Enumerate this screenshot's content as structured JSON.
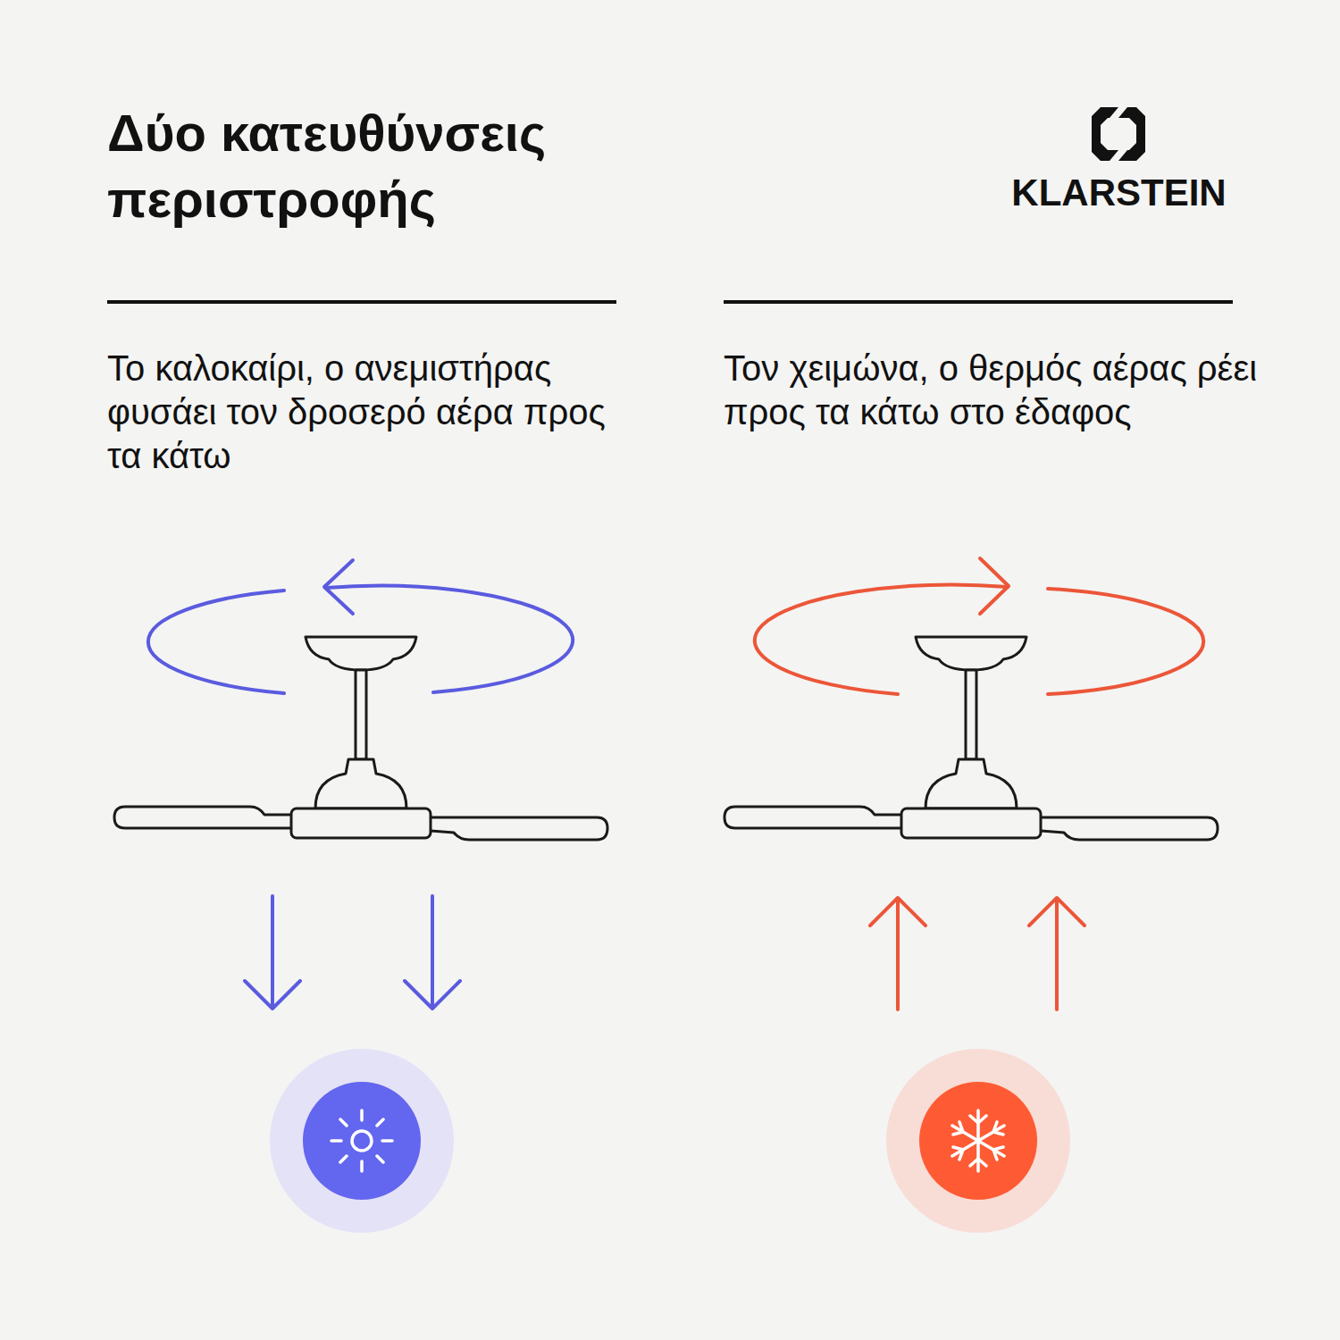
{
  "diagram": {
    "title": "Δύο κατευθύνσεις περιστροφής",
    "labels": [
      "KLARSTEIN",
      "Το καλοκαίρι, ο ανεμιστήρας φυσάει τον δροσερό αέρα προς τα κάτω",
      "Τον χειμώνα, ο θερμός αέρας ρέει προς τα κάτω στο έδαφος"
    ]
  }
}
